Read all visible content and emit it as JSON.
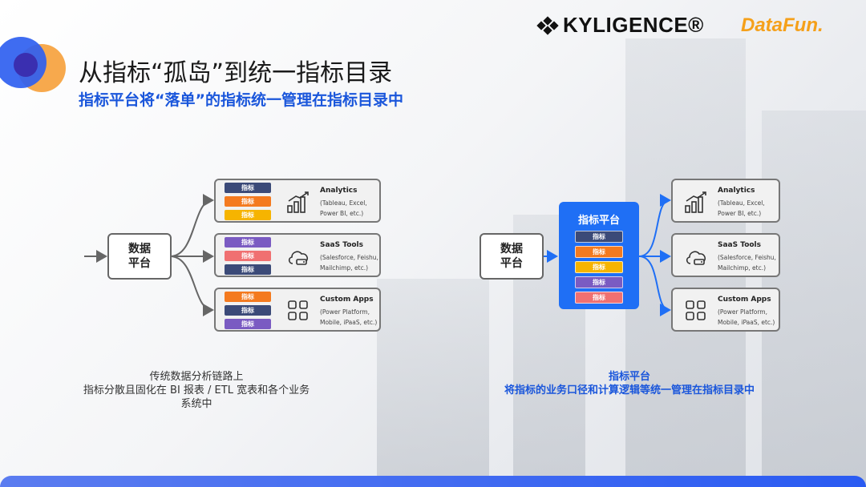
{
  "header": {
    "title": "从指标“孤岛”到统一指标目录",
    "subtitle": "指标平台将“落单”的指标统一管理在指标目录中",
    "logos": {
      "kyligence": "KYLIGENCE®",
      "datafun": "DataFun."
    }
  },
  "tag_label": "指标",
  "colors": {
    "navy": "#3b4a78",
    "orange": "#f47a1f",
    "yellow": "#f6b400",
    "purple": "#7a5bc2",
    "coral": "#f07071",
    "accent": "#1f6ff5"
  },
  "left": {
    "source": {
      "line1": "数据",
      "line2": "平台"
    },
    "cards": [
      {
        "title": "Analytics",
        "desc": "(Tableau, Excel, Power BI, etc.)",
        "icon": "bar-chart-icon",
        "tags": [
          "navy",
          "orange",
          "yellow"
        ]
      },
      {
        "title": "SaaS Tools",
        "desc": "(Salesforce, Feishu, Mailchimp, etc.)",
        "icon": "cloud-icon",
        "tags": [
          "purple",
          "coral",
          "navy"
        ]
      },
      {
        "title": "Custom Apps",
        "desc": "(Power Platform, Mobile, iPaaS, etc.)",
        "icon": "apps-grid-icon",
        "tags": [
          "orange",
          "navy",
          "purple"
        ]
      }
    ],
    "caption": {
      "line1": "传统数据分析链路上",
      "line2": "指标分散且固化在 BI 报表 / ETL 宽表和各个业务系统中"
    }
  },
  "right": {
    "source": {
      "line1": "数据",
      "line2": "平台"
    },
    "platform": {
      "title": "指标平台",
      "tags": [
        "navy",
        "orange",
        "yellow",
        "purple",
        "coral"
      ]
    },
    "cards": [
      {
        "title": "Analytics",
        "desc": "(Tableau, Excel, Power BI, etc.)",
        "icon": "bar-chart-icon"
      },
      {
        "title": "SaaS Tools",
        "desc": "(Salesforce, Feishu, Mailchimp, etc.)",
        "icon": "cloud-icon"
      },
      {
        "title": "Custom Apps",
        "desc": "(Power Platform, Mobile, iPaaS, etc.)",
        "icon": "apps-grid-icon"
      }
    ],
    "caption": {
      "line1": "指标平台",
      "line2": "将指标的业务口径和计算逻辑等统一管理在指标目录中"
    }
  }
}
